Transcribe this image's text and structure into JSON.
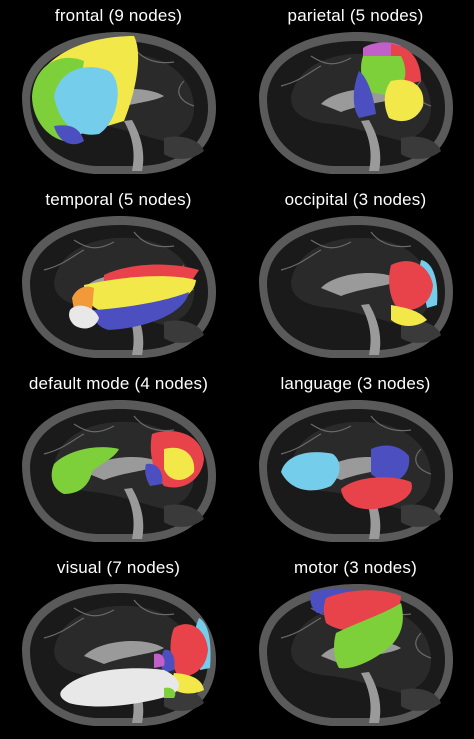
{
  "figure": {
    "background": "#000000",
    "panels": [
      {
        "id": "frontal",
        "title": "frontal (9 nodes)",
        "regions": [
          "yellow",
          "green",
          "cyan",
          "blue"
        ]
      },
      {
        "id": "parietal",
        "title": "parietal (5 nodes)",
        "regions": [
          "magenta",
          "red",
          "green",
          "blue",
          "yellow"
        ]
      },
      {
        "id": "temporal",
        "title": "temporal (5 nodes)",
        "regions": [
          "red",
          "yellow",
          "blue",
          "orange",
          "white"
        ]
      },
      {
        "id": "occipital",
        "title": "occipital (3 nodes)",
        "regions": [
          "cyan",
          "red",
          "yellow"
        ]
      },
      {
        "id": "default",
        "title": "default mode (4 nodes)",
        "regions": [
          "green",
          "red",
          "yellow",
          "blue"
        ]
      },
      {
        "id": "language",
        "title": "language (3 nodes)",
        "regions": [
          "cyan",
          "blue",
          "red"
        ]
      },
      {
        "id": "visual",
        "title": "visual (7 nodes)",
        "regions": [
          "cyan",
          "red",
          "yellow",
          "blue",
          "magenta",
          "white",
          "green"
        ]
      },
      {
        "id": "motor",
        "title": "motor (3 nodes)",
        "regions": [
          "blue",
          "red",
          "green"
        ]
      }
    ],
    "colors": {
      "yellow": "#f3e84a",
      "green": "#7ed03a",
      "cyan": "#74cdea",
      "blue": "#4b4fc0",
      "red": "#e8434a",
      "magenta": "#c060c8",
      "orange": "#f29a3a",
      "white": "#e8e8e8",
      "brain_dark": "#1a1a1a",
      "brain_mid": "#5a5a5a",
      "brain_light": "#9a9a9a"
    }
  }
}
